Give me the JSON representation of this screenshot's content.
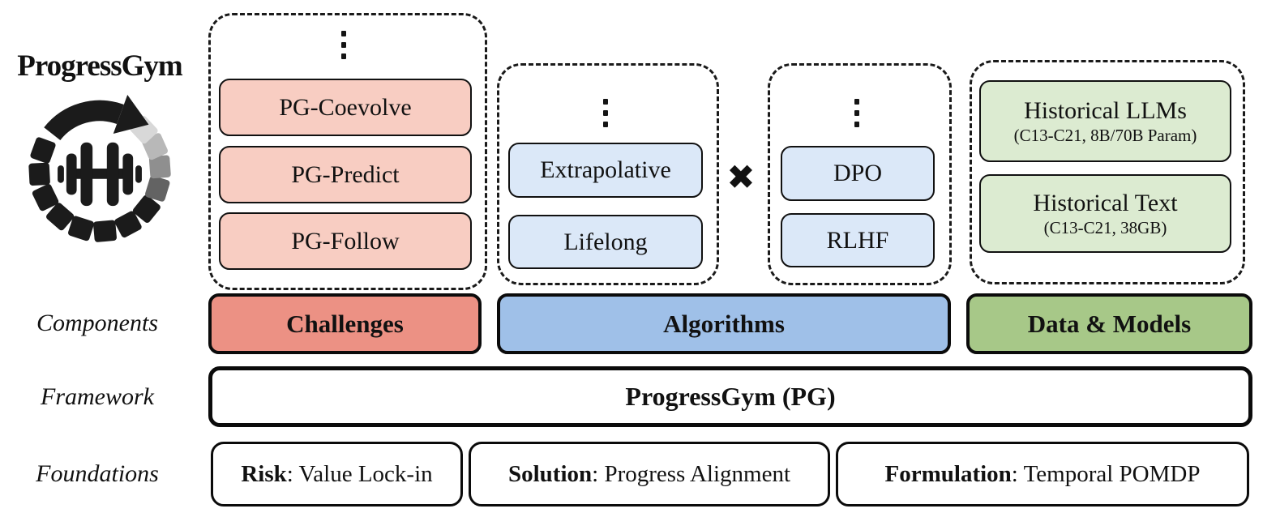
{
  "branding": {
    "title": "ProgressGym",
    "logo": "circular-progress-arrow-with-dumbbell"
  },
  "row_labels": {
    "components": "Components",
    "framework": "Framework",
    "foundations": "Foundations"
  },
  "challenge_group": {
    "ellipsis": "vertical-ellipsis",
    "items": [
      "PG-Coevolve",
      "PG-Predict",
      "PG-Follow"
    ]
  },
  "algorithm_group_a": {
    "ellipsis": "vertical-ellipsis",
    "items": [
      "Extrapolative",
      "Lifelong"
    ]
  },
  "operator": "✖",
  "algorithm_group_b": {
    "ellipsis": "vertical-ellipsis",
    "items": [
      "DPO",
      "RLHF"
    ]
  },
  "data_group": {
    "items": [
      {
        "title": "Historical LLMs",
        "subtitle": "(C13-C21, 8B/70B Param)"
      },
      {
        "title": "Historical Text",
        "subtitle": "(C13-C21, 38GB)"
      }
    ]
  },
  "component_bars": {
    "challenges": "Challenges",
    "algorithms": "Algorithms",
    "data_models": "Data & Models"
  },
  "framework_bar": {
    "label": "ProgressGym (PG)"
  },
  "foundation_boxes": [
    {
      "prefix": "Risk",
      "rest": ": Value Lock-in"
    },
    {
      "prefix": "Solution",
      "rest": ": Progress Alignment"
    },
    {
      "prefix": "Formulation",
      "rest": ": Temporal POMDP"
    }
  ],
  "colors": {
    "challenge_chip": "#f8cdc2",
    "challenge_bar": "#ec9184",
    "algorithm_chip": "#dbe8f8",
    "algorithm_bar": "#9fc0e8",
    "data_chip": "#dcebd1",
    "data_bar": "#a7c888",
    "border": "#111111",
    "background": "#ffffff"
  }
}
